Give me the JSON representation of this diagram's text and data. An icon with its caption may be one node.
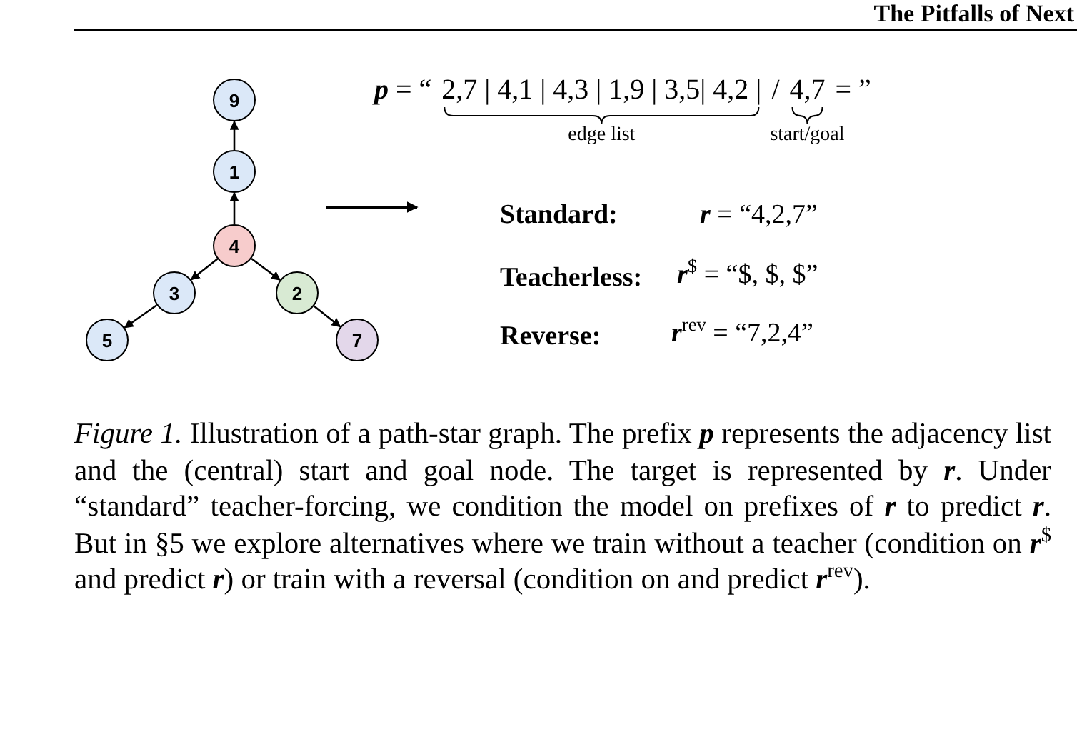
{
  "diagram": {
    "caption": "*Figure 1.* Illustration of a path-star graph. The prefix **p** represents the adjacency list and the (central) start and goal node. The target is represented by **r**. Under “standard” teacher-forcing, we condition the model on prefixes of **r** to predict **r**. But in §5 we explore alternatives where we train without a teacher (condition on **r**$^{$}$ and predict **r**) or train with a reversal (condition on and predict **r**$^{rev}$).",
    "nodes": [
      {
        "text": [
          "9"
        ]
      },
      {
        "text": [
          "1"
        ]
      },
      {
        "text": [
          "4"
        ]
      },
      {
        "text": [
          "3"
        ]
      },
      {
        "text": [
          "2"
        ]
      },
      {
        "text": [
          "5"
        ]
      },
      {
        "text": [
          "7"
        ]
      }
    ],
    "edges": [
      {
        "from": 1,
        "to": 0,
        "arrow": "to"
      },
      {
        "from": 2,
        "to": 1,
        "arrow": "to"
      },
      {
        "from": 2,
        "to": 3,
        "arrow": "to"
      },
      {
        "from": 2,
        "to": 4,
        "arrow": "to"
      },
      {
        "from": 3,
        "to": 5,
        "arrow": "to"
      },
      {
        "from": 4,
        "to": 6,
        "arrow": "to"
      }
    ],
    "labels": [
      "The Pitfalls of Next",
      "**p** = “",
      "2,7 | 4,1 | 4,3 | 1,9 | 3,5| 4,2 |",
      "/",
      "4,7",
      "= ”",
      "edge list",
      "start/goal",
      "Standard:",
      "**r** = “4,2,7”",
      "Teacherless:",
      "**r**$^{$}$ = “$, $, $”",
      "Reverse:",
      "**r**$^{rev}$ = “7,2,4”"
    ]
  }
}
